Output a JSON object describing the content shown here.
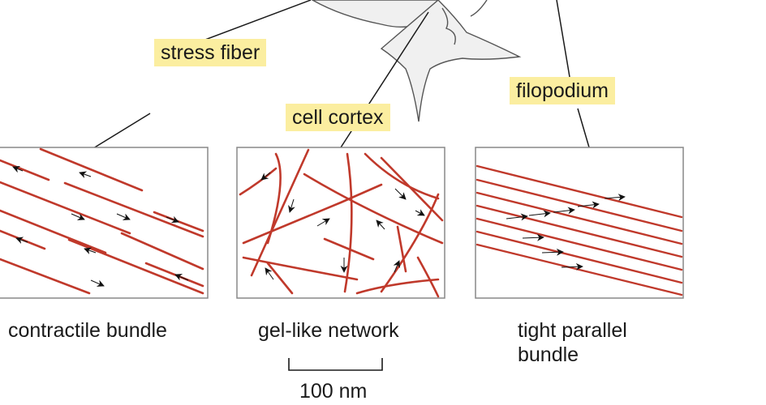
{
  "labels": {
    "stress_fiber": "stress fiber",
    "cell_cortex": "cell cortex",
    "filopodium": "filopodium"
  },
  "captions": {
    "contractile": "contractile bundle",
    "gel": "gel-like network",
    "parallel_line1": "tight parallel",
    "parallel_line2": "bundle"
  },
  "scale_bar": {
    "label": "100 nm"
  },
  "colors": {
    "filament": "#c0392b",
    "highlight": "#fbeea0",
    "line": "#1a1a1a"
  }
}
